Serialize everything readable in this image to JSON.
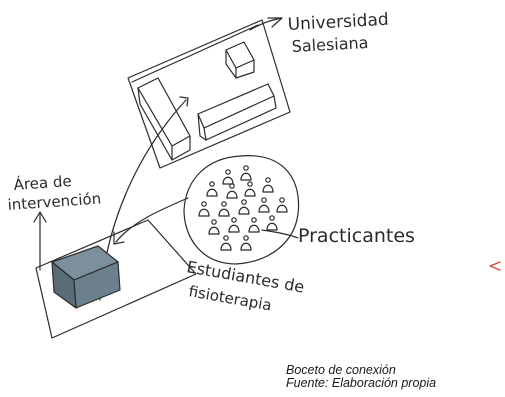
{
  "sketch": {
    "label_university_line1": "Universidad",
    "label_university_line2": "Salesiana",
    "label_area_line1": "Área de",
    "label_area_line2": "intervención",
    "label_practicantes": "Practicantes",
    "label_students_line1": "Estudiantes de",
    "label_students_line2": "fisioterapia",
    "ink_color": "#2b2b2b",
    "building_fill_color": "#6b7f8c",
    "margin_mark_color": "#e0443a"
  },
  "caption": {
    "line1": "Boceto de conexión",
    "line2": "Fuente: Elaboración propia"
  }
}
